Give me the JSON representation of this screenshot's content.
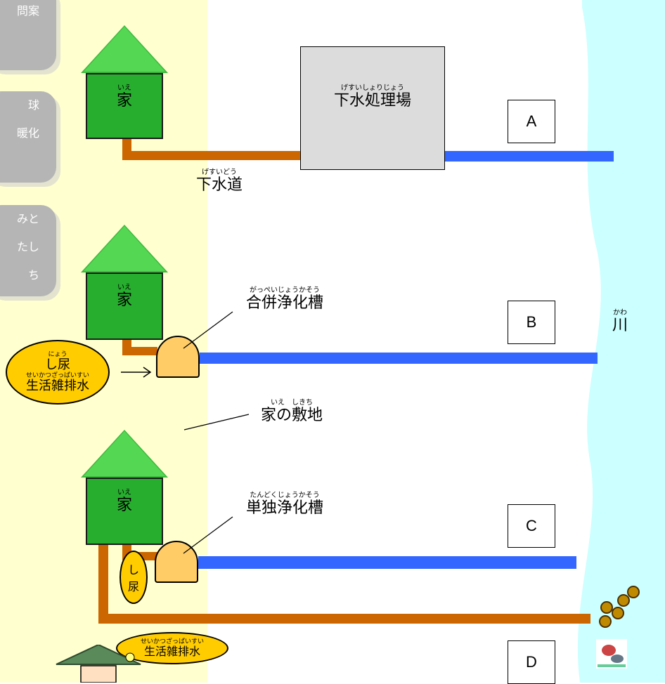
{
  "side_tabs": [
    "問案",
    "球",
    "暖化",
    "みと",
    "たし",
    "ち"
  ],
  "houses": [
    {
      "ruby": "いえ",
      "label": "家"
    },
    {
      "ruby": "いえ",
      "label": "家"
    },
    {
      "ruby": "いえ",
      "label": "家"
    }
  ],
  "labels": {
    "treatment_plant_ruby": "げすいしょりじょう",
    "treatment_plant": "下水処理場",
    "sewer_ruby": "げすいどう",
    "sewer": "下水道",
    "combined_tank_ruby": "がっぺいじょうかそう",
    "combined_tank": "合併浄化槽",
    "single_tank_ruby": "たんどくじょうかそう",
    "single_tank": "単独浄化槽",
    "premises_ruby": "いえ　しきち",
    "premises": "家の敷地",
    "river_ruby": "かわ",
    "river": "川",
    "nyou_ruby": "にょう",
    "nyou": "し尿",
    "wastewater_ruby": "せいかつざっぱいすい",
    "wastewater": "生活雑排水",
    "nyou_small_1": "し",
    "nyou_small_2": "尿",
    "wastewater2_ruby": "せいかつざっぱいすい",
    "wastewater2": "生活雑排水"
  },
  "boxes": [
    "A",
    "B",
    "C",
    "D"
  ],
  "colors": {
    "sewage_pipe": "#cc6600",
    "clean_pipe": "#3366ff",
    "river": "#ccffff",
    "house": "#27ae2f"
  }
}
